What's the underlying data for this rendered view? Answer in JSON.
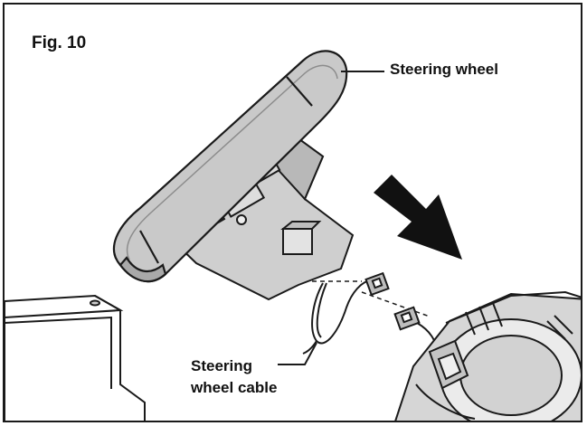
{
  "figure": {
    "label": "Fig. 10",
    "callouts": {
      "steering_wheel": "Steering wheel",
      "cable_line1": "Steering",
      "cable_line2": "wheel cable"
    }
  },
  "colors": {
    "wheel_fill": "#c9c9c9",
    "wheel_shadow": "#a9a9a9",
    "line": "#1a1a1a",
    "arrow": "#111111"
  },
  "icons": {
    "direction": "insert-arrow-icon"
  }
}
